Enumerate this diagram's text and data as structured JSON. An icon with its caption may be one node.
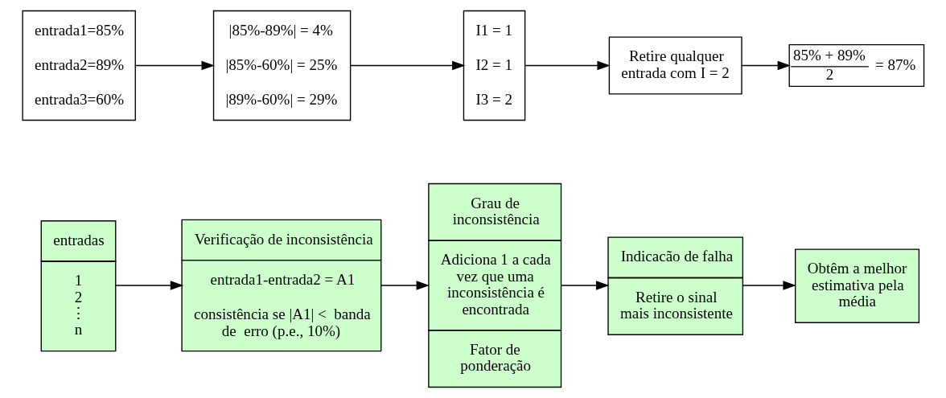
{
  "diagram": {
    "nodes": [
      {
        "text": [
          "entradas",
          "1 2 ⋮ n"
        ]
      },
      {
        "text": [
          "Verificação de inconsistência",
          "entrada1-entrada2 = A1",
          "consistência se |A1| <  banda de  erro (p.e., 10%)"
        ]
      },
      {
        "text": [
          "Grau de inconsistência",
          "Adiciona 1 a cada vez que uma inconsistência é encontrada",
          "Fator de ponderação"
        ]
      },
      {
        "text": [
          "Indicacão de falha",
          "Retire o sinal mais inconsistente"
        ]
      },
      {
        "text": [
          "Obtêm a melhor estimativa pela média"
        ]
      },
      {
        "text": [
          "entrada1=85%",
          "entrada2=89%",
          "entrada3=60%"
        ]
      },
      {
        "text": [
          "|85%-89%| = 4%",
          "|85%-60%| = 25%",
          "|89%-60%| = 29%"
        ]
      },
      {
        "text": [
          "I1 = 1",
          "I2 = 1",
          "I3 = 2"
        ]
      },
      {
        "text": [
          "Retire qualquer entrada com I = 2"
        ]
      },
      {
        "text": [
          "85% + 89%",
          "2",
          "= 87%"
        ]
      }
    ],
    "edges": [
      {
        "from": 0,
        "to": 1,
        "arrow": "to"
      },
      {
        "from": 1,
        "to": 2,
        "arrow": "to"
      },
      {
        "from": 2,
        "to": 3,
        "arrow": "to"
      },
      {
        "from": 3,
        "to": 4,
        "arrow": "to"
      },
      {
        "from": 5,
        "to": 6,
        "arrow": "to"
      },
      {
        "from": 6,
        "to": 7,
        "arrow": "to"
      },
      {
        "from": 7,
        "to": 8,
        "arrow": "to"
      },
      {
        "from": 8,
        "to": 9,
        "arrow": "to"
      }
    ]
  }
}
